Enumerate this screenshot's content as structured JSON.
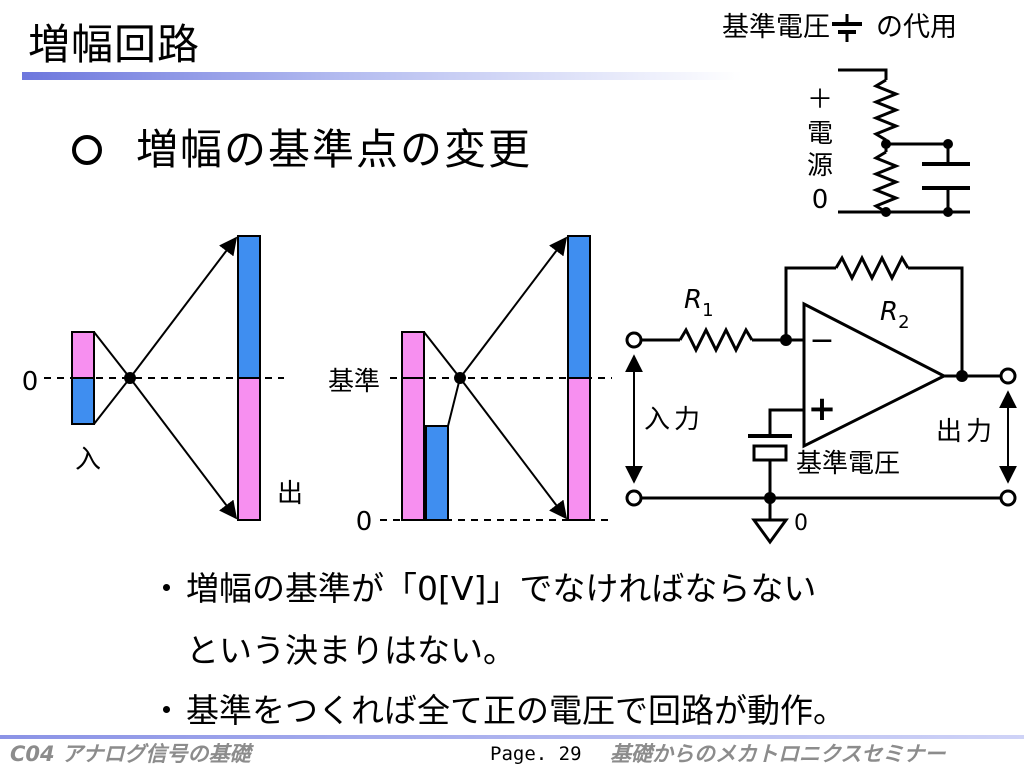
{
  "title": "増幅回路",
  "reference_substitute": {
    "text_before": "基準電圧",
    "text_after": "の代用",
    "supply_label_plus": "＋",
    "supply_label_text": "電源",
    "supply_label_zero": "0"
  },
  "subtitle": "増幅の基準点の変更",
  "diagram_left": {
    "zero_label": "0",
    "input_label": "入",
    "output_label": "出"
  },
  "diagram_middle": {
    "reference_label": "基準",
    "zero_label": "0"
  },
  "circuit": {
    "r1_label": "R",
    "r1_sub": "1",
    "r2_label": "R",
    "r2_sub": "2",
    "minus_label": "−",
    "plus_label": "+",
    "input_label": "入力",
    "output_label": "出力",
    "reference_voltage_label": "基準電圧",
    "ground_label": "0"
  },
  "bullets": [
    {
      "marker": "・",
      "lines": [
        "増幅の基準が「0[V]」でなければならない",
        "という決まりはない。"
      ]
    },
    {
      "marker": "・",
      "lines": [
        "基準をつくれば全て正の電圧で回路が動作。"
      ]
    }
  ],
  "footer": {
    "left": "C04 アナログ信号の基礎",
    "page": "Page. 29",
    "right": "基礎からのメカトロニクスセミナー"
  },
  "colors": {
    "pink": "#f78ff0",
    "blue": "#3f8ef0",
    "title_bar": "#6d77dd",
    "footer_text": "#8c8c8c"
  }
}
